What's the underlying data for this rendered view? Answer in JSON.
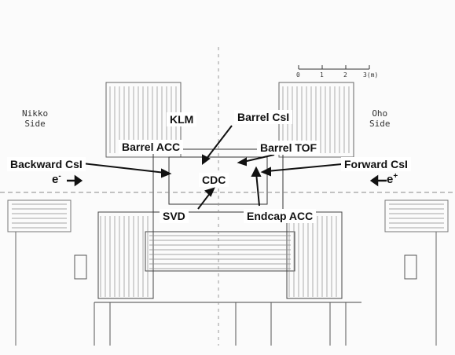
{
  "labels": {
    "klm": "KLM",
    "barrel_csi": "Barrel CsI",
    "barrel_acc": "Barrel ACC",
    "barrel_tof": "Barrel TOF",
    "backward_csi": "Backward CsI",
    "forward_csi": "Forward CsI",
    "cdc": "CDC",
    "svd": "SVD",
    "endcap_acc": "Endcap ACC"
  },
  "sides": {
    "left_line1": "Nikko",
    "left_line2": "Side",
    "right_line1": "Oho",
    "right_line2": "Side"
  },
  "beams": {
    "left_particle": "e",
    "left_charge": "-",
    "right_particle": "e",
    "right_charge": "+"
  },
  "scale_bar": {
    "ticks": [
      "0",
      "1",
      "2",
      "3(m)"
    ]
  }
}
